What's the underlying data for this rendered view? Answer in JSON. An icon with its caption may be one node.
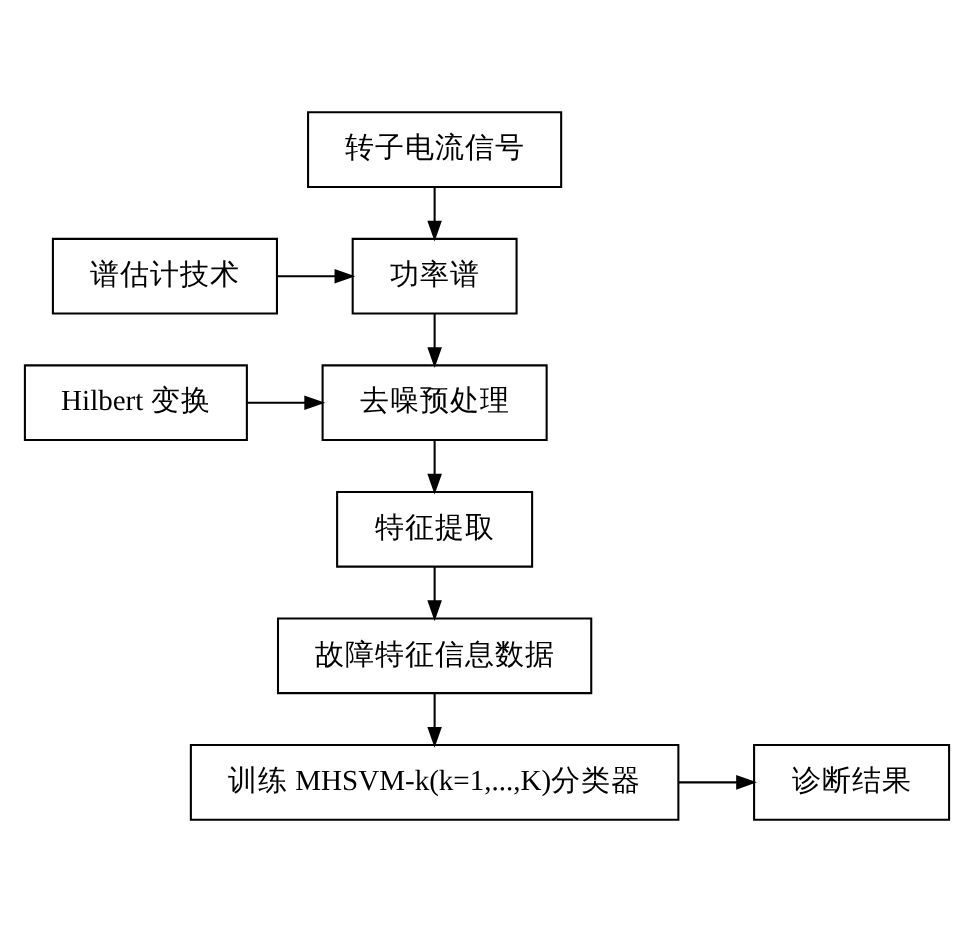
{
  "diagram": {
    "nodes": [
      {
        "text": [
          "转子电流信号"
        ]
      },
      {
        "text": [
          "谱估计技术"
        ]
      },
      {
        "text": [
          "功率谱"
        ]
      },
      {
        "text": [
          "Hilbert 变换"
        ]
      },
      {
        "text": [
          "去噪预处理"
        ]
      },
      {
        "text": [
          "特征提取"
        ]
      },
      {
        "text": [
          "故障特征信息数据"
        ]
      },
      {
        "text": [
          "训练 MHSVM-k(k=1,...,K)分类器"
        ]
      },
      {
        "text": [
          "诊断结果"
        ]
      }
    ],
    "edges": [
      {
        "from": 0,
        "to": 2,
        "arrow": "to"
      },
      {
        "from": 1,
        "to": 2,
        "arrow": "to"
      },
      {
        "from": 2,
        "to": 4,
        "arrow": "to"
      },
      {
        "from": 3,
        "to": 4,
        "arrow": "to"
      },
      {
        "from": 4,
        "to": 5,
        "arrow": "to"
      },
      {
        "from": 5,
        "to": 6,
        "arrow": "to"
      },
      {
        "from": 6,
        "to": 7,
        "arrow": "to"
      },
      {
        "from": 7,
        "to": 8,
        "arrow": "to"
      }
    ]
  }
}
